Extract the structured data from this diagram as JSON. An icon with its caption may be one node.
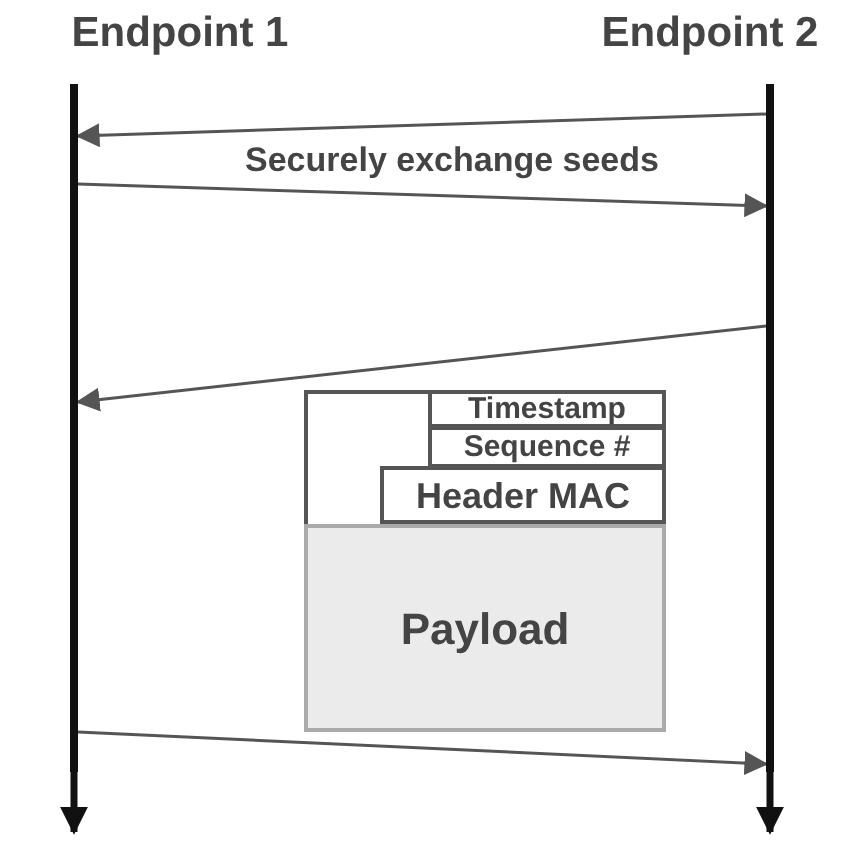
{
  "diagram": {
    "nodes": [
      {
        "text": [
          "Endpoint 1"
        ]
      },
      {
        "text": [
          "Endpoint 2"
        ]
      },
      {
        "text": [],
        "shape": "bar"
      },
      {
        "text": [],
        "shape": "bar"
      },
      {
        "text": [],
        "shape": "box"
      },
      {
        "text": [
          "Timestamp"
        ],
        "in": 4
      },
      {
        "text": [
          "Sequence #"
        ],
        "in": 4
      },
      {
        "text": [
          "Header MAC"
        ],
        "in": 4
      },
      {
        "text": [
          "Payload"
        ],
        "in": 4
      }
    ],
    "edges": [
      {
        "from": 2,
        "to": null,
        "arrow": "to",
        "style": "thick"
      },
      {
        "from": 3,
        "to": null,
        "arrow": "to",
        "style": "thick"
      },
      {
        "from": 3,
        "to": 2,
        "arrow": "to"
      },
      {
        "from": 2,
        "to": 3,
        "arrow": "to",
        "label": "Securely exchange seeds"
      },
      {
        "from": 3,
        "to": 2,
        "arrow": "to"
      },
      {
        "from": 2,
        "to": 3,
        "arrow": "to"
      }
    ]
  }
}
